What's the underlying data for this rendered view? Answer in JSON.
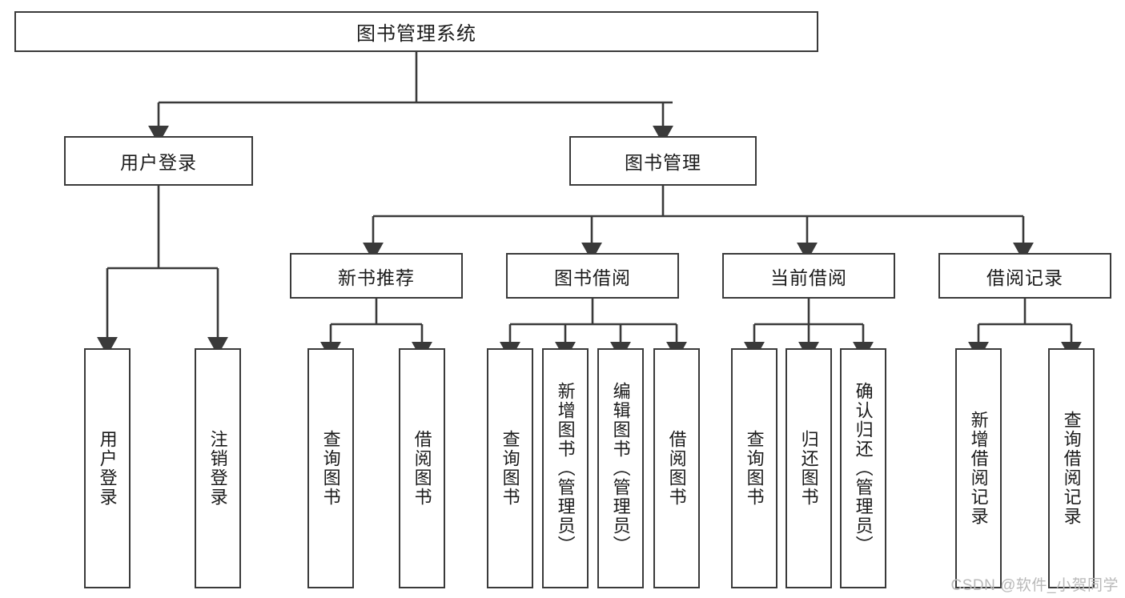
{
  "diagram": {
    "title": "图书管理系统",
    "watermark": "CSDN @软件_小贺同学",
    "stroke_color": "#3a3a3a",
    "text_color": "#1b1b1b",
    "background": "#ffffff"
  },
  "root": {
    "label": "图书管理系统"
  },
  "level2": [
    {
      "label": "用户登录"
    },
    {
      "label": "图书管理"
    }
  ],
  "level3": [
    {
      "label": "新书推荐"
    },
    {
      "label": "图书借阅"
    },
    {
      "label": "当前借阅"
    },
    {
      "label": "借阅记录"
    }
  ],
  "leaves": {
    "user_login": [
      {
        "label": "用户登录"
      },
      {
        "label": "注销登录"
      }
    ],
    "new_book": [
      {
        "label": "查询图书"
      },
      {
        "label": "借阅图书"
      }
    ],
    "book_borrow": [
      {
        "label": "查询图书"
      },
      {
        "label": "新增图书（管理员）"
      },
      {
        "label": "编辑图书（管理员）"
      },
      {
        "label": "借阅图书"
      }
    ],
    "current_borrow": [
      {
        "label": "查询图书"
      },
      {
        "label": "归还图书"
      },
      {
        "label": "确认归还（管理员）"
      }
    ],
    "borrow_record": [
      {
        "label": "新增借阅记录"
      },
      {
        "label": "查询借阅记录"
      }
    ]
  }
}
